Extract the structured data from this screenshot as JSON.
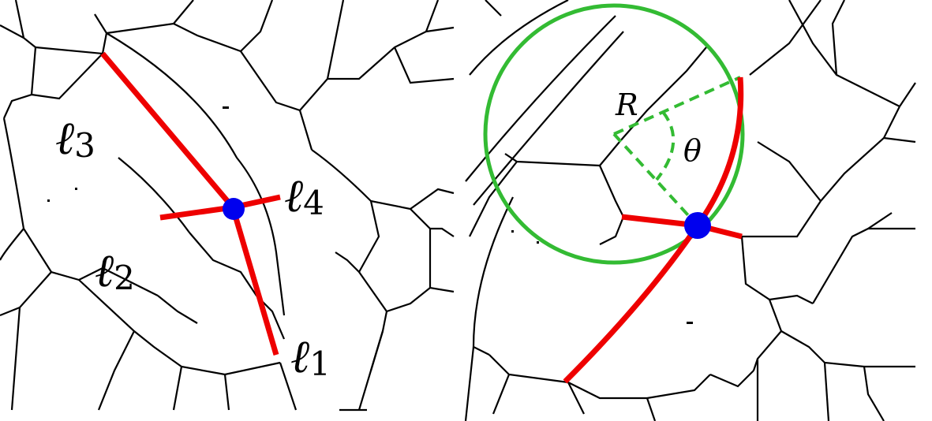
{
  "colors": {
    "background": "#ffffff",
    "cell_edges": "#000000",
    "highlight_edges": "#ee0000",
    "junction": "#0000ee",
    "circle_construction": "#33bb33"
  },
  "left_panel": {
    "labels": [
      {
        "base": "ℓ",
        "sub": "1"
      },
      {
        "base": "ℓ",
        "sub": "2"
      },
      {
        "base": "ℓ",
        "sub": "3"
      },
      {
        "base": "ℓ",
        "sub": "4"
      }
    ]
  },
  "right_panel": {
    "radius_label": "R",
    "angle_label": "θ"
  }
}
